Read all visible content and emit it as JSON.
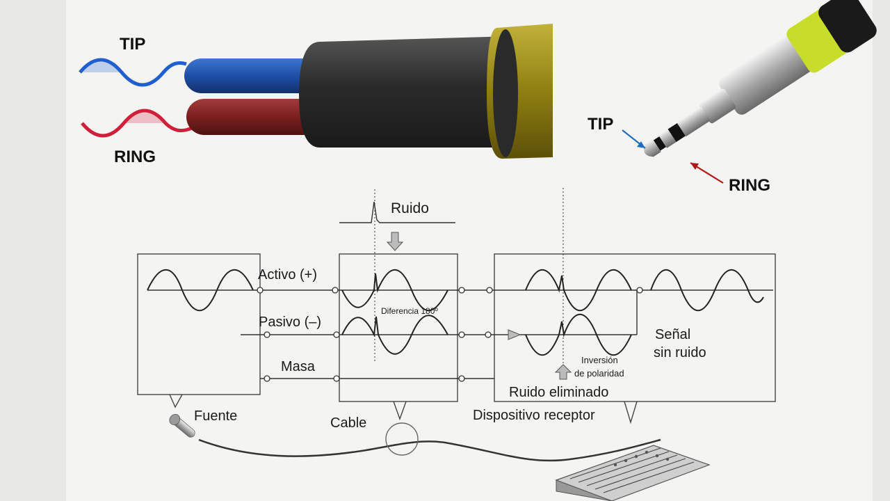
{
  "cable_illustration": {
    "tip_label": "TIP",
    "ring_label": "RING",
    "tip_wire_color": "#1e4fa8",
    "ring_wire_color": "#7a1f1f",
    "tip_signal_color": "#1f5fd0",
    "ring_signal_color": "#d01f3a",
    "jacket_color": "#2b2b2b",
    "shield_color": "#9a8a1a"
  },
  "jack_illustration": {
    "tip_label": "TIP",
    "ring_label": "RING",
    "tip_arrow_color": "#1f6fc0",
    "ring_arrow_color": "#b01818",
    "collar_color": "#c8dc2a"
  },
  "diagram": {
    "noise_label": "Ruido",
    "active_label": "Activo (+)",
    "passive_label": "Pasivo (–)",
    "ground_label": "Masa",
    "phase_label": "Diferencia 180º",
    "inversion_label_1": "Inversión",
    "inversion_label_2": "de polaridad",
    "noise_removed_label": "Ruido eliminado",
    "clean_signal_label_1": "Señal",
    "clean_signal_label_2": "sin ruido",
    "source_label": "Fuente",
    "cable_label": "Cable",
    "receiver_label": "Dispositivo receptor"
  }
}
